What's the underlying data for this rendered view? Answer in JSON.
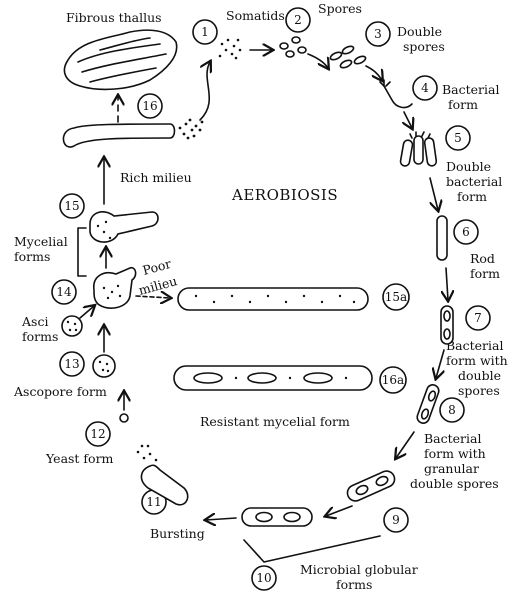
{
  "title": "AEROBIOSIS",
  "stages": [
    {
      "num": "1",
      "label": "Somatids"
    },
    {
      "num": "2",
      "label": "Spores"
    },
    {
      "num": "3",
      "label": "Double spores"
    },
    {
      "num": "4",
      "label": "Bacterial form"
    },
    {
      "num": "5",
      "label": "Double bacterial form"
    },
    {
      "num": "6",
      "label": "Rod form"
    },
    {
      "num": "7",
      "label": "Bacterial form with double spores"
    },
    {
      "num": "8",
      "label": "Bacterial form with granular double spores"
    },
    {
      "num": "9",
      "label": ""
    },
    {
      "num": "10",
      "label": "Microbial globular forms"
    },
    {
      "num": "11",
      "label": "Bursting"
    },
    {
      "num": "12",
      "label": "Yeast form"
    },
    {
      "num": "13",
      "label": "Ascopore form"
    },
    {
      "num": "14",
      "label": "Asci forms"
    },
    {
      "num": "15",
      "label": "Mycelial forms"
    },
    {
      "num": "15a",
      "label": ""
    },
    {
      "num": "16",
      "label": ""
    },
    {
      "num": "16a",
      "label": "Resistant mycelial form"
    }
  ],
  "labels": {
    "fibrous_thallus": "Fibrous thallus",
    "rich_milieu": "Rich milieu",
    "poor_milieu_1": "Poor",
    "poor_milieu_2": "milieu",
    "double_spores_1": "Double",
    "double_spores_2": "spores",
    "bacterial_form_1": "Bacterial",
    "bacterial_form_2": "form",
    "double_bacterial_1": "Double",
    "double_bacterial_2": "bacterial",
    "double_bacterial_3": "form",
    "rod_1": "Rod",
    "rod_2": "form",
    "s7_1": "Bacterial",
    "s7_2": "form with",
    "s7_3": "double",
    "s7_4": "spores",
    "s8_1": "Bacterial",
    "s8_2": "form with",
    "s8_3": "granular",
    "s8_4": "double spores",
    "microbial_1": "Microbial globular",
    "microbial_2": "forms",
    "mycelial_1": "Mycelial",
    "mycelial_2": "forms",
    "asci_1": "Asci",
    "asci_2": "forms"
  }
}
